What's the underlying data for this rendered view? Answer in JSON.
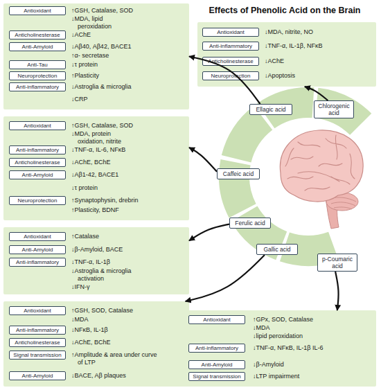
{
  "diagram": {
    "title": "Effects of Phenolic Acid on the Brain",
    "nodes": [
      {
        "text": [
          "↑GSH, Catalase, SOD",
          "↓MDA, lipid peroxidation",
          "↓AChE",
          "↓Aβ40, Aβ42, BACE1",
          "↑α- secretase",
          "↓τ protein",
          "↑Plasticity",
          "↓Astroglia & microglia",
          "↓CRP"
        ]
      },
      {
        "text": [
          "Antioxidant"
        ],
        "in": 0
      },
      {
        "text": [
          "Anticholinesterase"
        ],
        "in": 0
      },
      {
        "text": [
          "Anti-Amyloid"
        ],
        "in": 0
      },
      {
        "text": [
          "Anti-Tau"
        ],
        "in": 0
      },
      {
        "text": [
          "Neuroprotection"
        ],
        "in": 0
      },
      {
        "text": [
          "Anti-inflammatory"
        ],
        "in": 0
      },
      {
        "text": [
          "↓MDA, nitrite, NO",
          "↓TNF-α, IL-1β, NFκB",
          "↓AChE",
          "↓Apoptosis"
        ]
      },
      {
        "text": [
          "Antioxidant"
        ],
        "in": 7
      },
      {
        "text": [
          "Anti-inflammatory"
        ],
        "in": 7
      },
      {
        "text": [
          "Anticholinesterase"
        ],
        "in": 7
      },
      {
        "text": [
          "Neuroprotection"
        ],
        "in": 7
      },
      {
        "text": [
          "Ellagic acid"
        ]
      },
      {
        "text": [
          "Chlorogenic acid"
        ]
      },
      {
        "text": [
          "↑GSH, Catalase, SOD",
          "↓MDA, protein oxidation, nitrite",
          "↓TNF-α, IL-6, NFκB",
          "↓AChE, BChE",
          "↓Aβ1-42, BACE1",
          "↓τ protein",
          "↑Synaptophysin, drebrin",
          "↑Plasticity, BDNF"
        ]
      },
      {
        "text": [
          "Antioxidant"
        ],
        "in": 14
      },
      {
        "text": [
          "Anti-inflammatory"
        ],
        "in": 14
      },
      {
        "text": [
          "Anticholinesterase"
        ],
        "in": 14
      },
      {
        "text": [
          "Anti-Amyloid"
        ],
        "in": 14
      },
      {
        "text": [
          "Neuroprotection"
        ],
        "in": 14
      },
      {
        "text": [
          "Caffeic acid"
        ]
      },
      {
        "text": [
          "Ferulic acid"
        ]
      },
      {
        "text": [
          "↑Catalase",
          "↓β-Amyloid, BACE",
          "↓TNF-α, IL-1β",
          "↓Astroglia & microglia activation",
          "↓IFN-γ"
        ]
      },
      {
        "text": [
          "Antioxidant"
        ],
        "in": 22
      },
      {
        "text": [
          "Anti-Amyloid"
        ],
        "in": 22
      },
      {
        "text": [
          "Anti-inflammatory"
        ],
        "in": 22
      },
      {
        "text": [
          "Gallic acid"
        ]
      },
      {
        "text": [
          "p-Coumaric acid"
        ]
      },
      {
        "text": [
          "↑GSH, SOD, Catalase",
          "↓MDA",
          "↓NFκB, IL-1β",
          "↓AChE, BChE",
          "↑Amplitude & area under curve of LTP",
          "↓BACE, Aβ plaques"
        ]
      },
      {
        "text": [
          "Antioxidant"
        ],
        "in": 28
      },
      {
        "text": [
          "Anti-inflammatory"
        ],
        "in": 28
      },
      {
        "text": [
          "Anticholinesterase"
        ],
        "in": 28
      },
      {
        "text": [
          "Signal transmission"
        ],
        "in": 28
      },
      {
        "text": [
          "Anti-Amyloid"
        ],
        "in": 28
      },
      {
        "text": [
          "↑GPx, SOD, Catalase",
          "↓MDA",
          "↓lipid peroxidation",
          "↓TNF-α, NFκB, IL-1β IL-6",
          "↓β-Amyloid",
          "↓LTP impairment"
        ]
      },
      {
        "text": [
          "Antioxidant"
        ],
        "in": 34
      },
      {
        "text": [
          "Anti-inflammatory"
        ],
        "in": 34
      },
      {
        "text": [
          "Anti-Amyloid"
        ],
        "in": 34
      },
      {
        "text": [
          "Signal transmission"
        ],
        "in": 34
      }
    ],
    "edges": [
      {
        "from": 12,
        "to": 0,
        "arrow": "to"
      },
      {
        "from": 13,
        "to": 7,
        "arrow": "to"
      },
      {
        "from": 20,
        "to": 14,
        "arrow": "to"
      },
      {
        "from": 21,
        "to": 22,
        "arrow": "to"
      },
      {
        "from": 26,
        "to": 28,
        "arrow": "to"
      },
      {
        "from": 27,
        "to": 34,
        "arrow": "to"
      }
    ]
  }
}
